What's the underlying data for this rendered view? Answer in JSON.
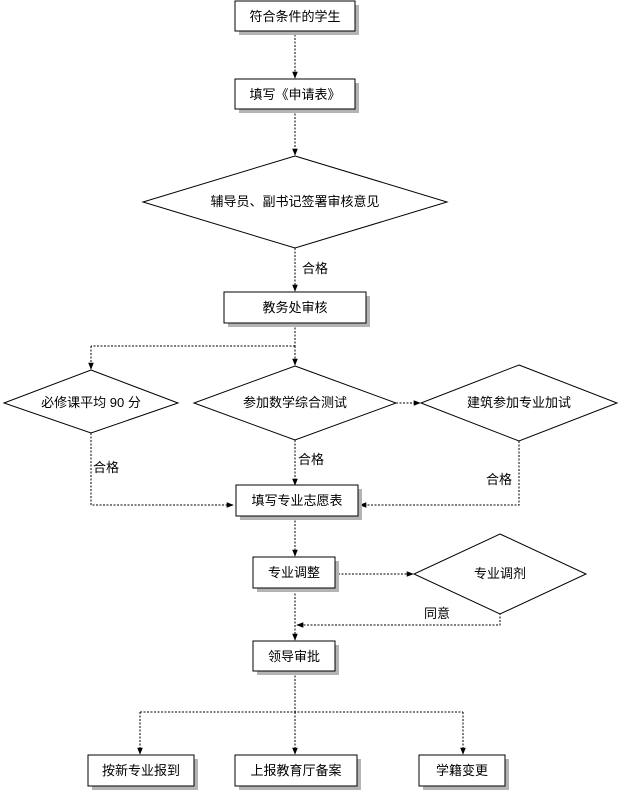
{
  "nodes": {
    "eligible_students": "符合条件的学生",
    "fill_application": "填写《申请表》",
    "counselor_review": "辅导员、副书记签署审核意见",
    "academic_affairs_review": "教务处审核",
    "required_courses_avg": "必修课平均 90 分",
    "math_comprehensive_test": "参加数学综合测试",
    "architecture_extra_test": "建筑参加专业加试",
    "fill_major_preference": "填写专业志愿表",
    "major_adjustment": "专业调整",
    "major_reassignment": "专业调剂",
    "leader_approval": "领导审批",
    "report_to_new_major": "按新专业报到",
    "report_to_education_dept": "上报教育厅备案",
    "enrollment_change": "学籍变更"
  },
  "edge_labels": {
    "pass_after_counselor": "合格",
    "pass_after_courses": "合格",
    "pass_after_math": "合格",
    "pass_after_architecture": "合格",
    "agree": "同意"
  }
}
